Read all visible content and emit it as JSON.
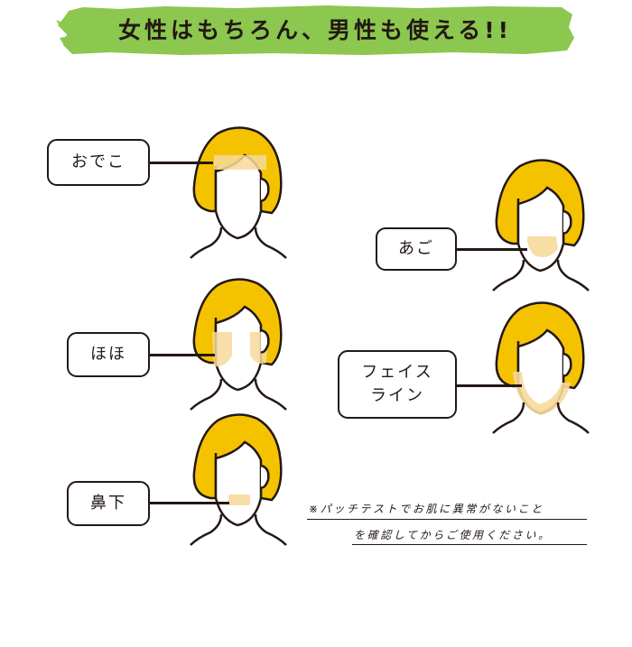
{
  "banner": {
    "title": "女性はもちろん、男性も使える!!",
    "color": "#8cc74f"
  },
  "hair_color": "#f5c200",
  "highlight_color": "#f7d99a",
  "labels": {
    "forehead": "おでこ",
    "cheeks": "ほほ",
    "under_nose": "鼻下",
    "chin": "あご",
    "faceline_1": "フェイス",
    "faceline_2": "ライン"
  },
  "note": {
    "line1": "※パッチテストでお肌に異常がないこと",
    "line2": "を確認してからご使用ください。"
  }
}
